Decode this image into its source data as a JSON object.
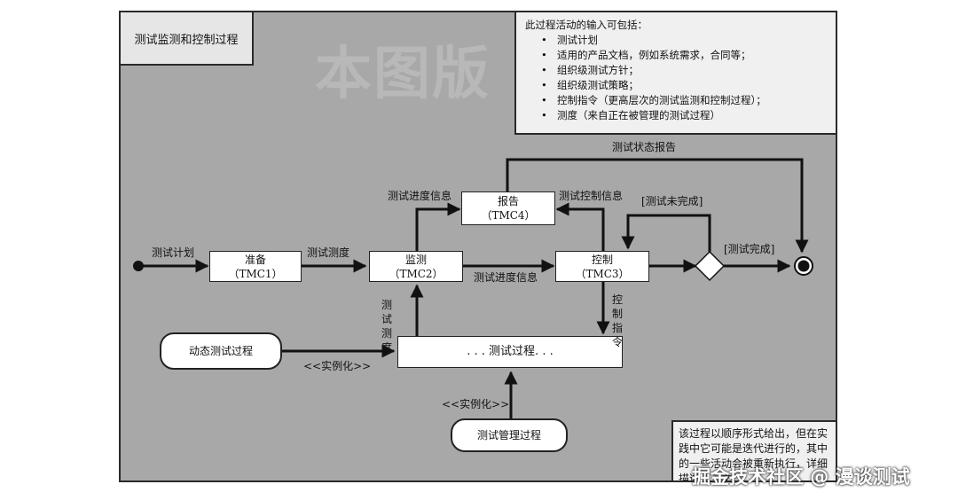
{
  "title": "测试监测和控制过程",
  "inputs": {
    "heading": "此过程活动的输入可包括：",
    "items": [
      "测试计划",
      "适用的产品文档，例如系统需求，合同等；",
      "组织级测试方针；",
      "组织级测试策略；",
      "控制指令（更高层次的测试监测和控制过程）；",
      "测度（来自正在被管理的测试过程）"
    ]
  },
  "nodes": {
    "prepare": {
      "name": "准备",
      "code": "（TMC1）"
    },
    "monitor": {
      "name": "监测",
      "code": "（TMC2）"
    },
    "control": {
      "name": "控制",
      "code": "（TMC3）"
    },
    "report": {
      "name": "报告",
      "code": "（TMC4）"
    },
    "test_process": ". . . 测试过程. . .",
    "dynamic": "动态测试过程",
    "management": "测试管理过程"
  },
  "labels": {
    "test_plan": "测试计划",
    "test_measure": "测试测度",
    "progress_to_report": "测试进度信息",
    "control_to_report": "测试控制信息",
    "progress_to_control": "测试进度信息",
    "status_report": "测试状态报告",
    "not_done": "[测试未完成]",
    "done": "[测试完成]",
    "measure_v1": "测试",
    "measure_v2": "测度",
    "directive_v1": "控制",
    "directive_v2": "指令",
    "instantiate_1": "<<实例化>>",
    "instantiate_2": "<<实例化>>"
  },
  "note": "该过程以顺序形式给出，但在实践中它可能是迭代进行的，其中的一些活动会被重新执行，详细描述见下文。",
  "faint_watermark": "本图版",
  "credit": "掘金技术社区 @ 漫谈测试"
}
